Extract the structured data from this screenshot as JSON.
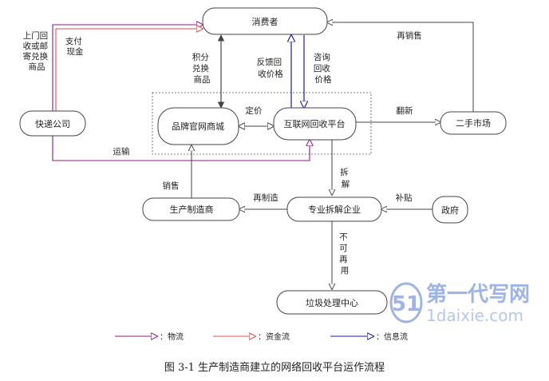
{
  "nodes": {
    "consumer": "消费者",
    "courier": "快递公司",
    "brand_mall": "品牌官网商城",
    "platform": "互联网回收平台",
    "second_hand": "二手市场",
    "manufacturer": "生产制造商",
    "dismantler": "专业拆解企业",
    "government": "政府",
    "waste_center": "垃圾处理中心"
  },
  "edge_labels": {
    "pickup": [
      "上门回",
      "收或邮",
      "寄兑换",
      "商品"
    ],
    "payment": [
      "支付",
      "现金"
    ],
    "points": [
      "积分",
      "兑换",
      "商品"
    ],
    "feedback": [
      "反馈回",
      "收价格"
    ],
    "inquiry": [
      "咨询",
      "回收",
      "价格"
    ],
    "resell": "再销售",
    "pricing": "定价",
    "refurbish": "翻新",
    "transport": "运输",
    "dismantle": [
      "拆",
      "解"
    ],
    "sales": "销售",
    "remanufacture": "再制造",
    "subsidy": "补贴",
    "unusable": [
      "不",
      "可",
      "再",
      "用"
    ]
  },
  "legend": {
    "logistics": "：物流",
    "capital": "：资金流",
    "information": "：信息流"
  },
  "caption": "图 3-1  生产制造商建立的网络回收平台运作流程",
  "watermark": {
    "logo": "51",
    "name": "第一代写网",
    "url": "1daixie.com"
  },
  "colors": {
    "logistics": "#8b1a8b",
    "capital": "#d9534f",
    "information": "#1a1aa8",
    "neutral": "#444444"
  }
}
